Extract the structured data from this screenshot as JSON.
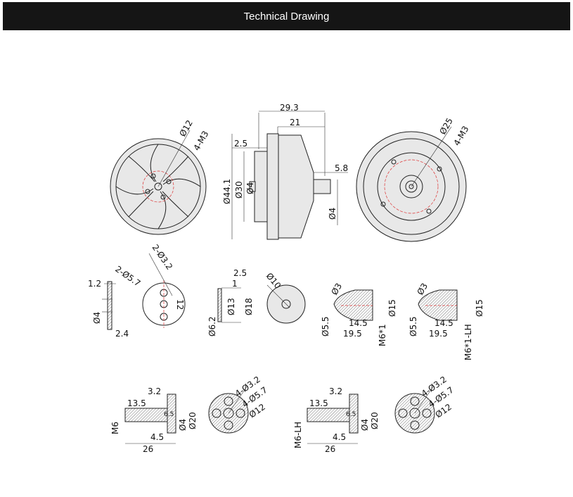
{
  "header": {
    "title": "Technical Drawing"
  },
  "motor_front": {
    "labels": [
      "Ø12",
      "4-M3"
    ]
  },
  "motor_side": {
    "labels": [
      "29.3",
      "21",
      "2.5",
      "5.8",
      "Ø44.1",
      "Ø30",
      "Ø4",
      "Ø4"
    ]
  },
  "motor_back": {
    "labels": [
      "Ø25",
      "4-M3"
    ]
  },
  "washer": {
    "labels": [
      "1.2",
      "Ø4",
      "2.4"
    ]
  },
  "plate": {
    "labels": [
      "2-Ø5.7",
      "2-Ø3.2",
      "12"
    ]
  },
  "spacer": {
    "labels": [
      "2.5",
      "1",
      "Ø6.2",
      "Ø13",
      "Ø18"
    ]
  },
  "disc": {
    "labels": [
      "Ø10"
    ]
  },
  "nut": {
    "labels": [
      "Ø3",
      "Ø5.5",
      "14.5",
      "19.5",
      "Ø15",
      "M6*1"
    ]
  },
  "nut_lh": {
    "labels": [
      "Ø3",
      "Ø5.5",
      "14.5",
      "19.5",
      "Ø15",
      "M6*1-LH"
    ]
  },
  "adapter": {
    "labels": [
      "3.2",
      "13.5",
      "6.5",
      "Ø20",
      "Ø4",
      "4.5",
      "26",
      "M6"
    ],
    "top_labels": [
      "4-Ø3.2",
      "4-Ø5.7",
      "Ø12"
    ]
  },
  "adapter_lh": {
    "labels": [
      "3.2",
      "13.5",
      "6.5",
      "Ø20",
      "Ø4",
      "4.5",
      "26",
      "M6-LH"
    ],
    "top_labels": [
      "4-Ø3.2",
      "4-Ø5.7",
      "Ø12"
    ]
  }
}
